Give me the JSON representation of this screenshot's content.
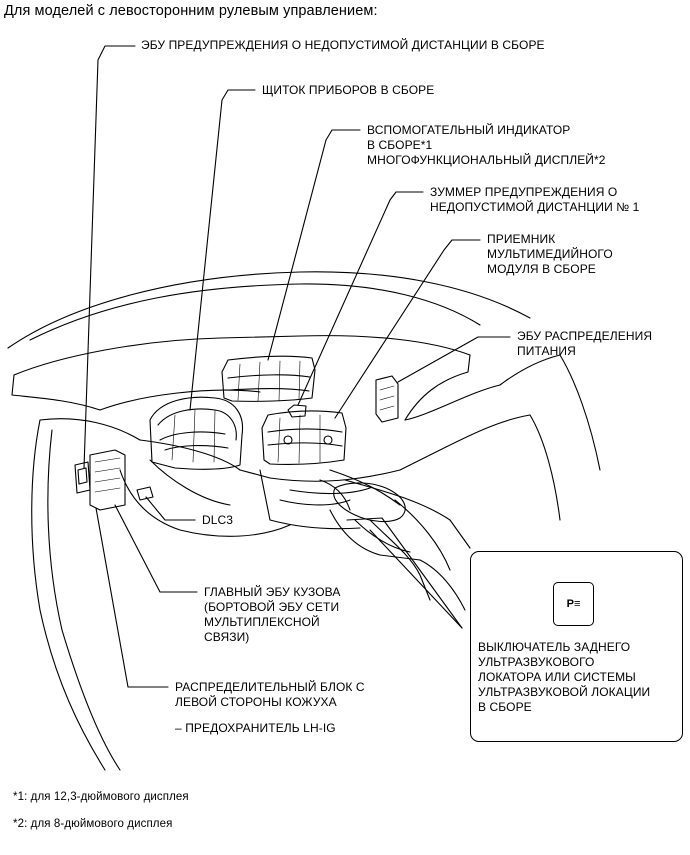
{
  "heading": "Для моделей с левосторонним рулевым управлением:",
  "callouts": {
    "clearance_ecu": "ЭБУ ПРЕДУПРЕЖДЕНИЯ О НЕДОПУСТИМОЙ ДИСТАНЦИИ В СБОРЕ",
    "meter": "ЩИТОК ПРИБОРОВ В СБОРЕ",
    "aux_indicator": [
      "ВСПОМОГАТЕЛЬНЫЙ ИНДИКАТОР",
      "В СБОРЕ*1",
      "МНОГОФУНКЦИОНАЛЬНЫЙ ДИСПЛЕЙ*2"
    ],
    "buzzer": [
      "ЗУММЕР ПРЕДУПРЕЖДЕНИЯ О",
      "НЕДОПУСТИМОЙ ДИСТАНЦИИ № 1"
    ],
    "receiver": [
      "ПРИЕМНИК",
      "МУЛЬТИМЕДИЙНОГО",
      "МОДУЛЯ В СБОРЕ"
    ],
    "power_ecu": [
      "ЭБУ РАСПРЕДЕЛЕНИЯ",
      "ПИТАНИЯ"
    ],
    "dlc3": "DLC3",
    "body_ecu": [
      "ГЛАВНЫЙ ЭБУ КУЗОВА",
      "(БОРТОВОЙ ЭБУ СЕТИ",
      "МУЛЬТИПЛЕКСНОЙ",
      "СВЯЗИ)"
    ],
    "junction_block": [
      "РАСПРЕДЕЛИТЕЛЬНЫЙ БЛОК С",
      "ЛЕВОЙ СТОРОНЫ КОЖУХА"
    ],
    "fuse": "– ПРЕДОХРАНИТЕЛЬ LH-IG",
    "sonar_switch": [
      "ВЫКЛЮЧАТЕЛЬ ЗАДНЕГО",
      "УЛЬТРАЗВУКОВОГО",
      "ЛОКАТОРА ИЛИ СИСТЕМЫ",
      "УЛЬТРАЗВУКОВОЙ ЛОКАЦИИ",
      "В СБОРЕ"
    ]
  },
  "switch_icon_symbol": "P≡",
  "footnotes": [
    "*1: для 12,3-дюймового дисплея",
    "*2: для 8-дюймового дисплея"
  ],
  "icons": [
    "parking-sensor-switch-icon"
  ]
}
